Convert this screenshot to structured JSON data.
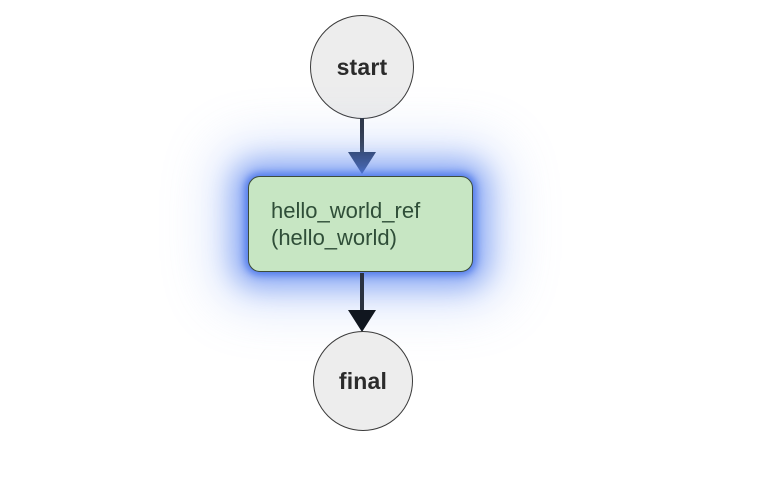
{
  "diagram": {
    "type": "workflow-dag",
    "nodes": {
      "start": {
        "label": "start",
        "shape": "circle"
      },
      "task": {
        "line1": "hello_world_ref",
        "line2": "(hello_world)",
        "shape": "rounded-rect",
        "selected": true
      },
      "final": {
        "label": "final",
        "shape": "circle"
      }
    },
    "edges": [
      {
        "from": "start",
        "to": "hello_world_ref"
      },
      {
        "from": "hello_world_ref",
        "to": "final"
      }
    ],
    "colors": {
      "background": "#ffffff",
      "circle_fill": "#ededed",
      "circle_border": "#3a3a3a",
      "circle_text": "#2b2b2b",
      "task_fill": "#c7e6c3",
      "task_border": "#3c4c3a",
      "task_text": "#2f4e38",
      "edge_line": "#2a3240",
      "arrowhead": "#152033",
      "selection_glow": "#5b86ec"
    }
  }
}
